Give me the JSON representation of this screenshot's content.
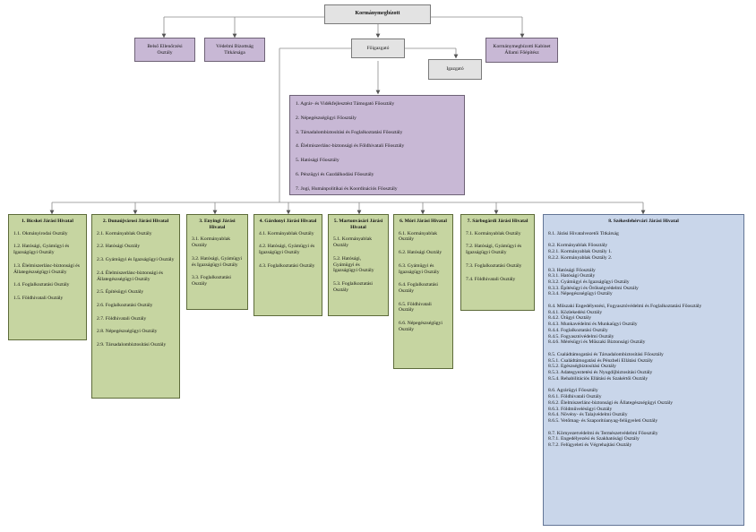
{
  "top": {
    "kormanymegbizott": "Kormánymegbízott",
    "belso_ellenorzesi": "Belső Ellenőrzési Osztály",
    "vedelmi_bizottsag": "Védelmi Bizottság Titkársága",
    "kabinet": "Kormánymegbízotti Kabinet Állami Főépítész",
    "foigazgato": "Főigazgató",
    "igazgato": "Igazgató"
  },
  "foosztalyok": [
    "1. Agrár- és Vidékfejlesztést Támogató Főosztály",
    "2. Népegészségügyi Főosztály",
    "3. Társadalombiztosítási és Foglalkoztatási Főosztály",
    "4. Élelmiszerlánc-biztonsági és Földhivatali Főosztály",
    "5. Hatósági Főosztály",
    "6. Pénzügyi és Gazdálkodási Főosztály",
    "7. Jogi, Humánpolitikai és Koordinációs Főosztály"
  ],
  "jarasi": [
    {
      "title": "1. Bicskei Járási Hivatal",
      "items": [
        "1.1. Okmányirodai Osztály",
        "1.2. Hatósági, Gyámügyi és Igazságügyi Osztály",
        "1.3. Élelmiszerlánc-biztonsági és Állategészségügyi Osztály",
        "1.4. Foglalkoztatási Osztály",
        "1.5. Földhivatali Osztály"
      ]
    },
    {
      "title": "2. Dunaújvárosi Járási Hivatal",
      "items": [
        "2.1. Kormányablak Osztály",
        "2.2. Hatósági Osztály",
        "2.3. Gyámügyi és Igazságügyi Osztály",
        "2.4. Élelmiszerlánc-biztonsági és Állategészségügyi Osztály",
        "2.5. Építésügyi Osztály",
        "2.6. Foglalkoztatási Osztály",
        "2.7. Földhivatali Osztály",
        "2.8. Népegészségügyi Osztály",
        "2.9. Társadalombiztosítási Osztály"
      ]
    },
    {
      "title": "3. Enyingi Járási Hivatal",
      "items": [
        "3.1. Kormányablak Osztály",
        "3.2. Hatósági, Gyámügyi és Igazságügyi Osztály",
        "3.3. Foglalkoztatási Osztály"
      ]
    },
    {
      "title": "4. Gárdonyi Járási Hivatal",
      "items": [
        "4.1. Kormányablak Osztály",
        "4.2. Hatósági, Gyámügyi és Igazságügyi Osztály",
        "4.3. Foglalkoztatási Osztály"
      ]
    },
    {
      "title": "5. Martonvásári Járási Hivatal",
      "items": [
        "5.1. Kormányablak Osztály",
        "5.2. Hatósági, Gyámügyi és Igazságügyi Osztály",
        "5.3. Foglalkoztatási Osztály"
      ]
    },
    {
      "title": "6. Móri Járási Hivatal",
      "items": [
        "6.1. Kormányablak Osztály",
        "6.2. Hatósági Osztály",
        "6.3. Gyámügyi és Igazságügyi Osztály",
        "6.4. Foglalkoztatási Osztály",
        "6.5. Földhivatali Osztály",
        "6.6. Népegészségügyi Osztály"
      ]
    },
    {
      "title": "7. Sárbogárdi Járási Hivatal",
      "items": [
        "7.1. Kormányablak Osztály",
        "7.2. Hatósági, Gyámügyi és Igazságügyi Osztály",
        "7.3. Foglalkoztatási Osztály",
        "7.4. Földhivatali Osztály"
      ]
    }
  ],
  "szekesfehervar": {
    "title": "8. Székesfehérvári Járási Hivatal",
    "groups": [
      [
        "8.1. Járási Hivatalvezetői Titkárság"
      ],
      [
        "8.2. Kormányablak Főosztály",
        "8.2.1. Kormányablak Osztály 1.",
        "8.2.2. Kormányablak Osztály 2."
      ],
      [
        "8.3. Hatósági Főosztály",
        "8.3.1. Hatósági Osztály",
        "8.3.2. Gyámügyi és Igazságügyi Osztály",
        "8.3.3. Építésügyi és Örökségvédelmi Osztály",
        "8.3.4. Népegészségügyi Osztály"
      ],
      [
        "8.4. Műszaki Engedélyezési, Fogyasztóvédelmi és Foglalkoztatási Főosztály",
        "8.4.1. Közlekedési Osztály",
        "8.4.2. Útügyi Osztály",
        "8.4.3. Munkavédelmi és Munkaügyi Osztály",
        "8.4.4. Foglalkoztatási Osztály",
        "8.4.5. Fogyasztóvédelmi Osztály",
        "8.4.6. Mérésügyi és Műszaki Biztonsági Osztály"
      ],
      [
        "8.5. Családtámogatási és Társadalombiztosítási Főosztály",
        "8.5.1. Családtámogatási és Pénzbeli Ellátási Osztály",
        "8.5.2. Egészségbiztosítási Osztály",
        "8.5.3. Adategyeztetési és Nyugdíjbiztosítási Osztály",
        "8.5.4. Rehabilitációs Ellátási és Szakértői Osztály"
      ],
      [
        "8.6. Agrárügyi Főosztály",
        "8.6.1. Földhivatali Osztály",
        "8.6.2. Élelmiszerlánc-biztonsági és Állategészségügyi Osztály",
        "8.6.3. Földművelésügyi Osztály",
        "8.6.4. Növény- és Talajvédelmi Osztály",
        "8.6.5. Vetőmag- és Szaporítóanyag-felügyeleti Osztály"
      ],
      [
        "8.7. Környezetvédelmi és Természetvédelmi Főosztály",
        "8.7.1. Engedélyezési és Szakhatósági Osztály",
        "8.7.2. Felügyeleti és Végrehajtási Osztály"
      ]
    ]
  },
  "colors": {
    "gray_box": "#e3e3e3",
    "purple_box": "#c8b8d5",
    "green_box": "#c6d5a1",
    "blue_box": "#c9d6ea",
    "line": "#8a8a8a"
  }
}
